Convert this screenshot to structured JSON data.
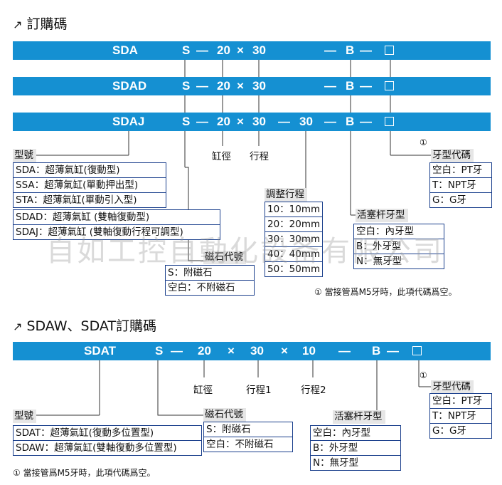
{
  "section1": {
    "arrow": "↗",
    "title": "訂購碼",
    "bar1": {
      "model": "SDA",
      "s": "S",
      "d1": "—",
      "bore": "20",
      "x": "×",
      "stroke": "30",
      "d2": "—",
      "b": "B",
      "d3": "—"
    },
    "bar2": {
      "model": "SDAD",
      "s": "S",
      "d1": "—",
      "bore": "20",
      "x": "×",
      "stroke": "30",
      "d2": "—",
      "b": "B",
      "d3": "—"
    },
    "bar3": {
      "model": "SDAJ",
      "s": "S",
      "d1": "—",
      "bore": "20",
      "x": "×",
      "stroke": "30",
      "d2": "—",
      "stroke2": "30",
      "d2b": "—",
      "b": "B",
      "d3": "—"
    },
    "bore_label": "缸徑",
    "stroke_label": "行程",
    "model_header": "型號",
    "models": [
      "SDA：超薄氣缸(復動型)",
      "SSA：超薄氣缸(單動押出型)",
      "STA：超薄氣缸(單動引入型)",
      "SDAD：超薄氣缸 (雙軸復動型)",
      "SDAJ：超薄氣缸 (雙軸復動行程可調型)"
    ],
    "adjust_header": "調整行程",
    "adjust": [
      "10：10mm",
      "20：20mm",
      "30：30mm",
      "40：40mm",
      "50：50mm"
    ],
    "magnet_header": "磁石代號",
    "magnet": [
      "S：附磁石",
      "空白：不附磁石"
    ],
    "rod_header": "活塞杆牙型",
    "rod": [
      "空白：內牙型",
      "B：外牙型",
      "N：無牙型"
    ],
    "thread_mark": "①",
    "thread_header": "牙型代碼",
    "thread": [
      "空白：PT牙",
      "T：NPT牙",
      "G：G牙"
    ],
    "note": "① 當接管爲M5牙時，此項代碼爲空。"
  },
  "watermark": "自如工控自動化設备有限公司",
  "section2": {
    "arrow": "↗",
    "title": "SDAW、SDAT訂購碼",
    "bar": {
      "model": "SDAT",
      "s": "S",
      "d1": "—",
      "bore": "20",
      "x1": "×",
      "stroke1": "30",
      "x2": "×",
      "stroke2": "10",
      "d2": "—",
      "b": "B",
      "d3": "—"
    },
    "bore_label": "缸徑",
    "stroke1_label": "行程1",
    "stroke2_label": "行程2",
    "model_header": "型號",
    "models": [
      "SDAT：超薄氣缸(復動多位置型)",
      "SDAW：超薄氣缸(雙軸復動多位置型)"
    ],
    "magnet_header": "磁石代號",
    "magnet": [
      "S：附磁石",
      "空白：不附磁石"
    ],
    "rod_header": "活塞杆牙型",
    "rod": [
      "空白：內牙型",
      "B：外牙型",
      "N：無牙型"
    ],
    "thread_mark": "①",
    "thread_header": "牙型代碼",
    "thread": [
      "空白：PT牙",
      "T：NPT牙",
      "G：G牙"
    ],
    "note": "① 當接管爲M5牙時，此項代碼爲空。"
  },
  "colors": {
    "bar": "#1590d2",
    "border": "#1a3f8c",
    "header_bg": "#e6e6e6"
  }
}
